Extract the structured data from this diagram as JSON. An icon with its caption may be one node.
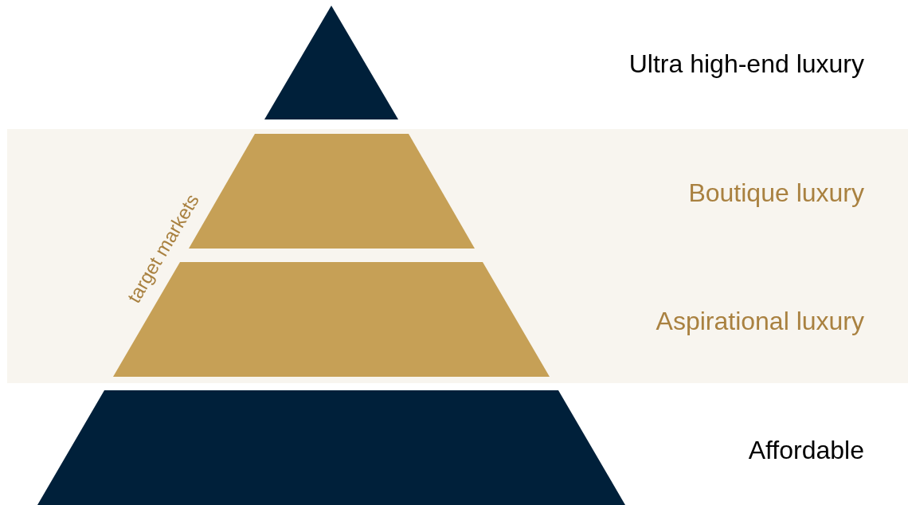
{
  "diagram": {
    "nodes": [
      {
        "text": [],
        "shape": "triangle"
      },
      {
        "text": [
          "target markets"
        ]
      },
      {
        "text": [],
        "shape": "trapezoid",
        "in": 1
      },
      {
        "text": [],
        "shape": "trapezoid",
        "in": 1
      },
      {
        "text": [],
        "shape": "trapezoid"
      }
    ],
    "labels": [
      "Ultra high-end luxury",
      "Boutique luxury",
      "Aspirational luxury",
      "Affordable"
    ]
  }
}
